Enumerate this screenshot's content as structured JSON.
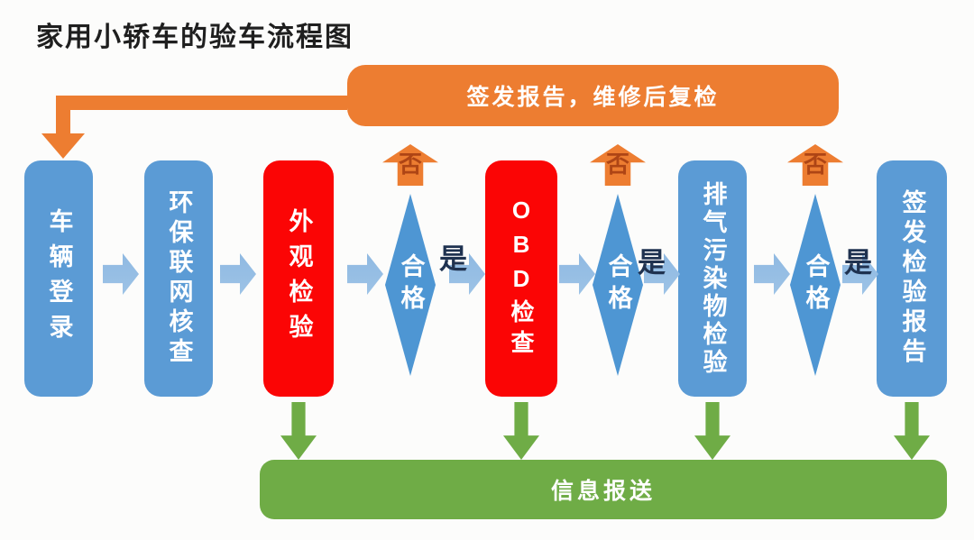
{
  "title": "家用小轿车的验车流程图",
  "colors": {
    "blue": "#5B9BD5",
    "diamond-blue": "#4E96D3",
    "light-blue": "#9DC3E6",
    "red": "#FB0505",
    "orange": "#ED7D31",
    "green": "#6FAC46",
    "yes-char": "#1F3250",
    "no-char": "#AE4515",
    "title": "#1F1F1F"
  },
  "feedback_box": {
    "label": "签发报告，维修后复检"
  },
  "flow": {
    "steps": [
      {
        "id": "vehicle-login",
        "label": "车辆登录",
        "color": "blue"
      },
      {
        "id": "env-network-check",
        "label": "环保联网核查",
        "color": "blue"
      },
      {
        "id": "appearance-inspection",
        "label": "外观检验",
        "color": "red"
      },
      {
        "id": "obd-check",
        "label": "OBD检查",
        "color": "red"
      },
      {
        "id": "exhaust-pollutant-inspection",
        "label": "排气污染物检验",
        "color": "blue"
      },
      {
        "id": "issue-inspection-report",
        "label": "签发检验报告",
        "color": "blue"
      }
    ],
    "decisions": [
      {
        "label": "合格"
      },
      {
        "label": "合格"
      },
      {
        "label": "合格"
      }
    ],
    "yes_label": "是",
    "no_label": "否"
  },
  "report_box": {
    "label": "信息报送"
  }
}
